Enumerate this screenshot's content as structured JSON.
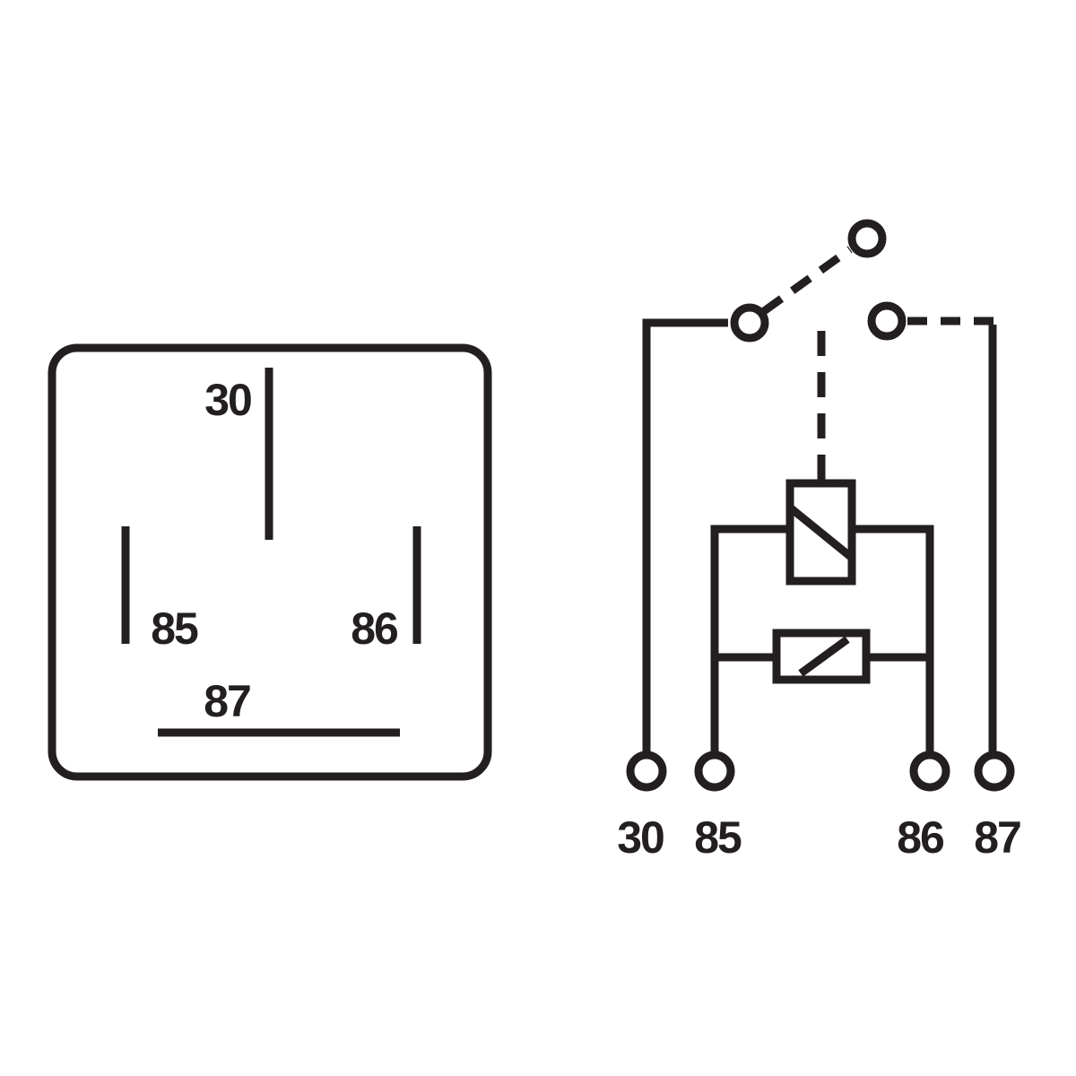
{
  "colors": {
    "stroke": "#231f20",
    "background": "#ffffff"
  },
  "socket_view": {
    "pin_labels": {
      "p30": "30",
      "p85": "85",
      "p86": "86",
      "p87": "87"
    }
  },
  "schematic": {
    "terminal_labels": {
      "t30": "30",
      "t85": "85",
      "t86": "86",
      "t87": "87"
    }
  }
}
